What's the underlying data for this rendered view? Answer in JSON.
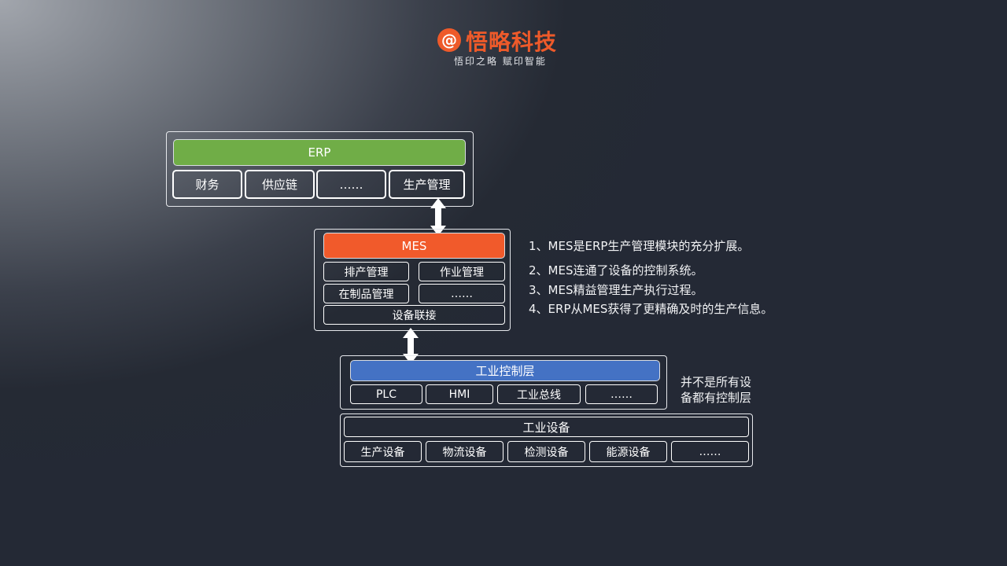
{
  "brand": {
    "logo_mark": "@",
    "name": "悟略科技",
    "tagline": "悟印之略 赋印智能",
    "color": "#ee5a2a"
  },
  "erp": {
    "title": "ERP",
    "color": "#70ad47",
    "modules": [
      "财务",
      "供应链",
      "……",
      "生产管理"
    ]
  },
  "mes": {
    "title": "MES",
    "color": "#f15a2b",
    "modules": [
      "排产管理",
      "作业管理",
      "在制品管理",
      "……"
    ],
    "bottom": "设备联接"
  },
  "control": {
    "title": "工业控制层",
    "color": "#4472c4",
    "modules": [
      "PLC",
      "HMI",
      "工业总线",
      "……"
    ]
  },
  "equipment": {
    "title": "工业设备",
    "modules": [
      "生产设备",
      "物流设备",
      "检测设备",
      "能源设备",
      "……"
    ]
  },
  "notes": [
    "1、MES是ERP生产管理模块的充分扩展。",
    "2、MES连通了设备的控制系统。",
    "3、MES精益管理生产执行过程。",
    "4、ERP从MES获得了更精确及时的生产信息。"
  ],
  "side_note": [
    "并不是所有设",
    "备都有控制层"
  ]
}
